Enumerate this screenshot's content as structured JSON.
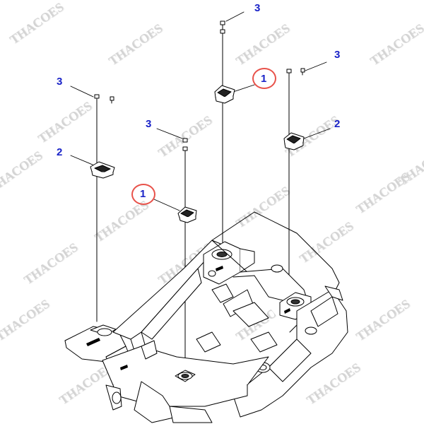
{
  "diagram": {
    "callouts": {
      "c1": "3",
      "c2": "3",
      "c3": "3",
      "c4": "3",
      "c5": "1",
      "c6": "1",
      "c7": "2",
      "c8": "2"
    },
    "watermark": "THACOES",
    "colors": {
      "callout": "#1a23c8",
      "highlight_ring": "#e8524a",
      "line_art": "#000000",
      "watermark": "#d4d4d4"
    }
  }
}
